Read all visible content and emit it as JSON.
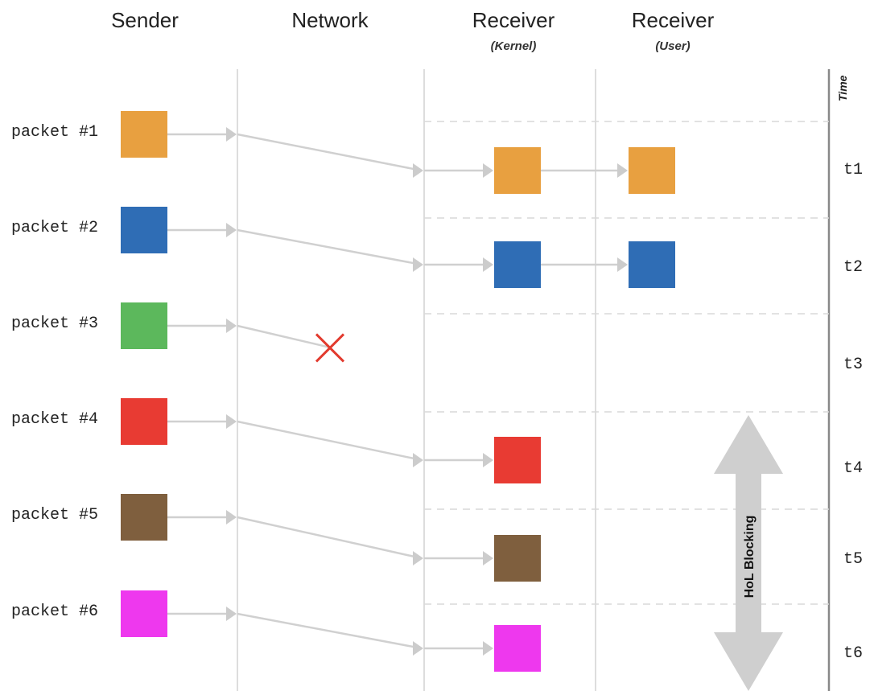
{
  "columns": {
    "sender": "Sender",
    "network": "Network",
    "receiver_kernel": "Receiver",
    "receiver_kernel_sub": "(Kernel)",
    "receiver_user": "Receiver",
    "receiver_user_sub": "(User)"
  },
  "time_axis": {
    "title": "Time",
    "labels": [
      "t1",
      "t2",
      "t3",
      "t4",
      "t5",
      "t6"
    ]
  },
  "packets": [
    {
      "label": "packet #1",
      "color": "#E8A040",
      "lost": false,
      "kernel": true,
      "user": true
    },
    {
      "label": "packet #2",
      "color": "#2F6DB5",
      "lost": false,
      "kernel": true,
      "user": true
    },
    {
      "label": "packet #3",
      "color": "#5CB85C",
      "lost": true,
      "kernel": false,
      "user": false
    },
    {
      "label": "packet #4",
      "color": "#E83B33",
      "lost": false,
      "kernel": true,
      "user": false
    },
    {
      "label": "packet #5",
      "color": "#7F5F3E",
      "lost": false,
      "kernel": true,
      "user": false
    },
    {
      "label": "packet #6",
      "color": "#EE38EE",
      "lost": false,
      "kernel": true,
      "user": false
    }
  ],
  "hol_blocking": {
    "label": "HoL Blocking",
    "color": "#CFCFCF"
  }
}
